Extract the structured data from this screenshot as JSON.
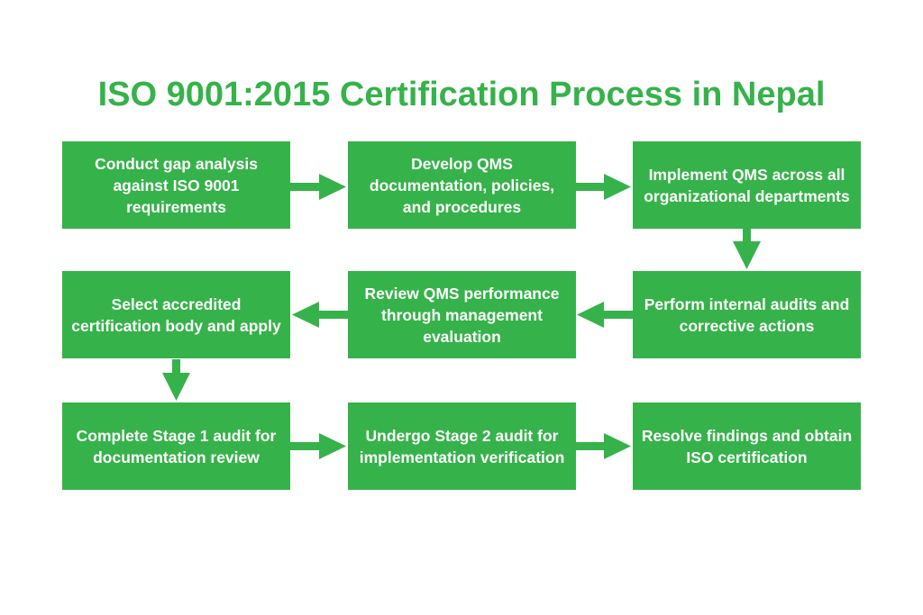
{
  "title": "ISO 9001:2015 Certification Process in Nepal",
  "colors": {
    "accent": "#36b24a",
    "text_on_box": "#ffffff"
  },
  "steps": [
    {
      "label": "Conduct gap analysis against ISO 9001 requirements"
    },
    {
      "label": "Develop QMS documentation, policies, and procedures"
    },
    {
      "label": "Implement QMS across all organizational departments"
    },
    {
      "label": "Perform internal audits and corrective actions"
    },
    {
      "label": "Review QMS performance through management evaluation"
    },
    {
      "label": "Select accredited certification body and apply"
    },
    {
      "label": "Complete Stage 1 audit for documentation review"
    },
    {
      "label": "Undergo Stage 2 audit for implementation verification"
    },
    {
      "label": "Resolve findings and obtain ISO certification"
    }
  ]
}
